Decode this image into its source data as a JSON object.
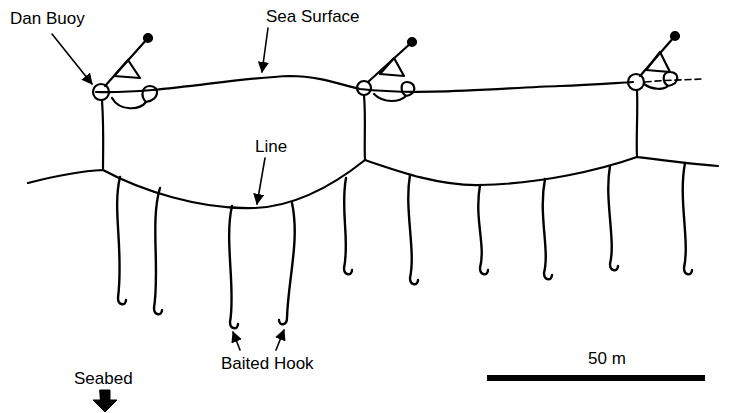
{
  "diagram": {
    "labels": [
      "Dan Buoy",
      "Sea Surface",
      "Line",
      "Baited Hook",
      "Seabed",
      "50 m"
    ]
  }
}
